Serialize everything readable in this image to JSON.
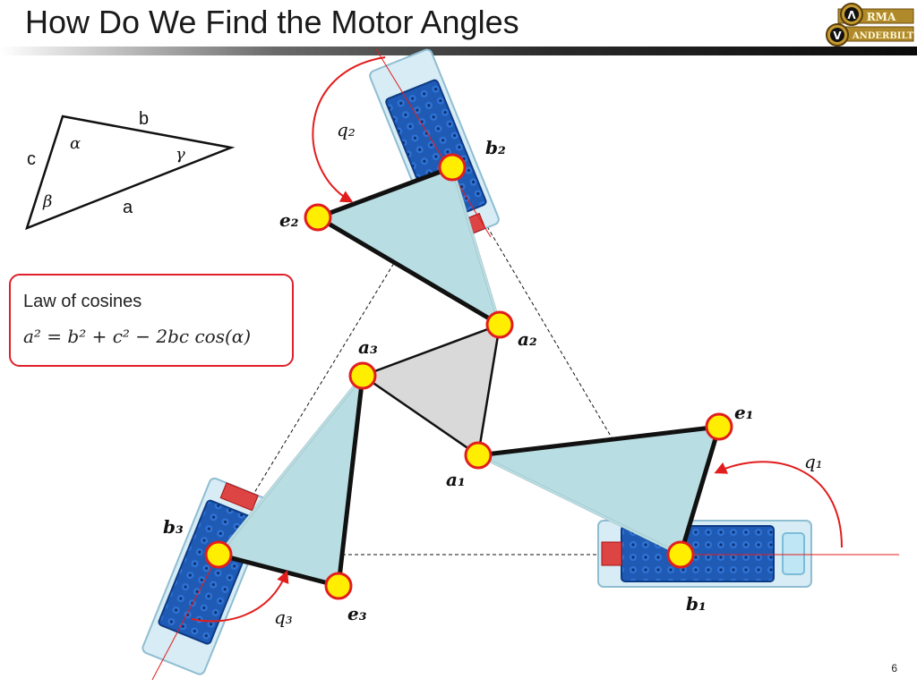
{
  "header": {
    "title": "How Do We Find the Motor Angles",
    "logo_text_top": "RMA",
    "logo_text_bottom": "ANDERBILT",
    "logo_letter_a": "Λ",
    "logo_letter_v": "V"
  },
  "triangle": {
    "side_b": "b",
    "side_c": "c",
    "side_a": "a",
    "angle_alpha": "α",
    "angle_beta": "β",
    "angle_gamma": "γ"
  },
  "law_box": {
    "title": "Law of cosines",
    "equation": "a² = b² + c² − 2bc cos(α)"
  },
  "labels": {
    "q1": "q₁",
    "q2": "q₂",
    "q3": "q₃",
    "b1": "b₁",
    "b2": "b₂",
    "b3": "b₃",
    "e1": "e₁",
    "e2": "e₂",
    "e3": "e₃",
    "a1": "a₁",
    "a2": "a₂",
    "a3": "a₃"
  },
  "colors": {
    "link_fill": "#b8dde2",
    "platform_fill": "#d9d9d9",
    "joint_fill": "#ffee00",
    "joint_stroke": "#e21d1d",
    "accent_red": "#e21d1d",
    "servo_blue": "#1f5bb5"
  },
  "footer": {
    "page_number": "6"
  }
}
